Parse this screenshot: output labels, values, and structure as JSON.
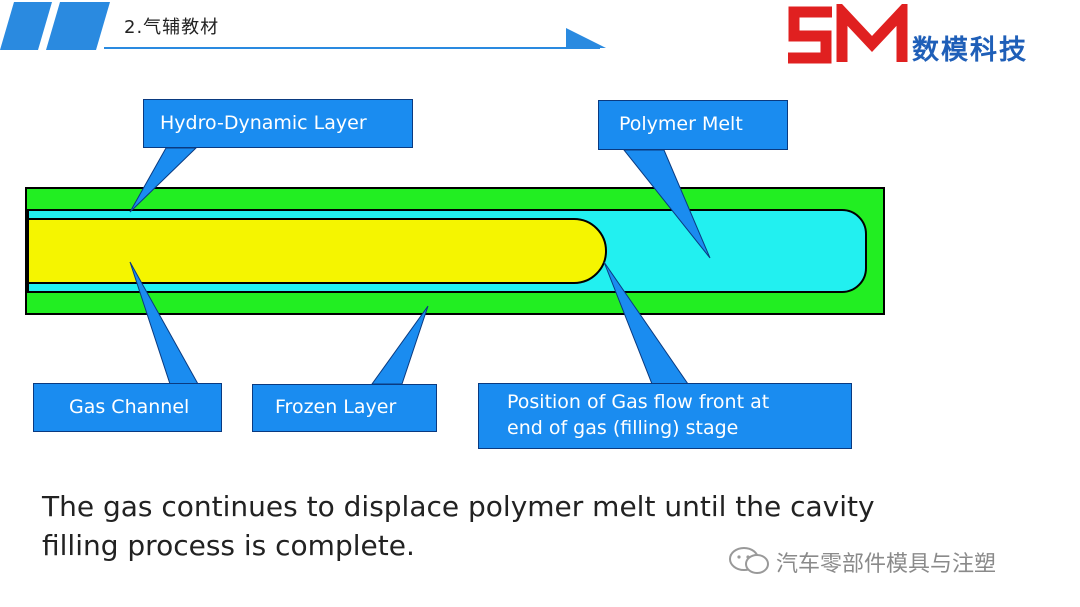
{
  "header": {
    "section_title": "2.气辅教材",
    "brand_text": "数模科技",
    "logo_letters": "SM"
  },
  "diagram": {
    "labels": {
      "hydro_dynamic_layer": "Hydro-Dynamic Layer",
      "polymer_melt": "Polymer Melt",
      "gas_channel": "Gas Channel",
      "frozen_layer": "Frozen Layer",
      "gas_flow_front": "Position of Gas flow front at\nend of gas (filling) stage"
    },
    "colors": {
      "frozen_layer": "#22ee22",
      "polymer_melt": "#22f0f0",
      "gas_channel": "#f5f500",
      "callout": "#1a8cf0",
      "header_accent": "#2a8ae0",
      "logo_red": "#e02020"
    }
  },
  "caption": "The gas continues to displace polymer melt until the cavity filling process is complete.",
  "watermark": {
    "icon": "wechat-icon",
    "text": "汽车零部件模具与注塑"
  }
}
